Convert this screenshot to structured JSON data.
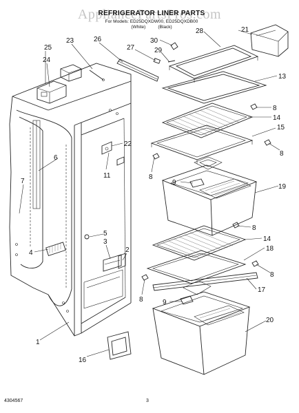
{
  "watermark": "AppliancePartsPros.com",
  "title": "REFRIGERATOR LINER PARTS",
  "models": {
    "line1": "For Models: ED25DQXDW00, ED25DQXDB00",
    "line2_left": "(White)",
    "line2_right": "(Black)"
  },
  "callouts": {
    "c1": "1",
    "c2": "2",
    "c3": "3",
    "c4": "4",
    "c5": "5",
    "c6": "6",
    "c7": "7",
    "c8a": "8",
    "c8b": "8",
    "c8c": "8",
    "c8d": "8",
    "c8e": "8",
    "c8f": "8",
    "c9a": "9",
    "c9b": "9",
    "c11": "11",
    "c13": "13",
    "c14a": "14",
    "c14b": "14",
    "c15": "15",
    "c16": "16",
    "c17": "17",
    "c18": "18",
    "c19": "19",
    "c20": "20",
    "c21": "21",
    "c22": "22",
    "c23": "23",
    "c24": "24",
    "c25": "25",
    "c26": "26",
    "c27": "27",
    "c28": "28",
    "c29": "29",
    "c30": "30"
  },
  "footer": {
    "doc_number": "4304567",
    "page_number": "3"
  }
}
